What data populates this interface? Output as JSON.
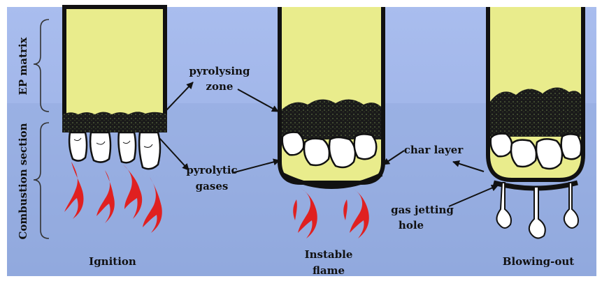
{
  "side_labels": {
    "ep_matrix": "EP matrix",
    "combustion_section": "Combustion section"
  },
  "annotations": {
    "pyrolysing_line1": "pyrolysing",
    "pyrolysing_line2": "zone",
    "pyrolytic_line1": "pyrolytic",
    "pyrolytic_line2": "gases",
    "char_layer": "char layer",
    "gas_jetting_line1": "gas jetting",
    "gas_jetting_line2": "hole"
  },
  "stages": {
    "ignition": "Ignition",
    "instable_line1": "Instable",
    "instable_line2": "flame",
    "blowing_out": "Blowing-out"
  },
  "colors": {
    "background_top": "#a7bcee",
    "background_bottom": "#8fa7dd",
    "matrix_fill": "#e9ec8c",
    "flame": "#e02020",
    "char": "#111111"
  }
}
